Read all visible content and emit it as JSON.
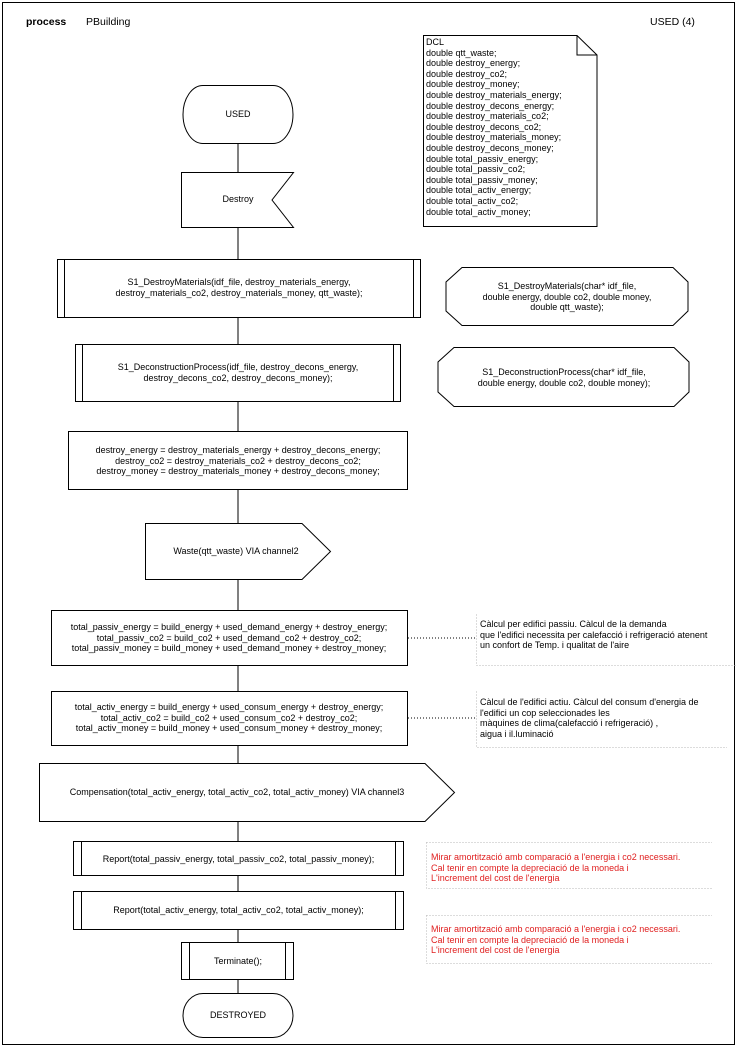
{
  "header": {
    "keyword": "process",
    "name": "PBuilding",
    "page": "USED (4)"
  },
  "dcl": {
    "lines": [
      "DCL",
      "double qtt_waste;",
      "double destroy_energy;",
      "double destroy_co2;",
      "double destroy_money;",
      "double destroy_materials_energy;",
      "double destroy_decons_energy;",
      "double destroy_materials_co2;",
      "double destroy_decons_co2;",
      "double destroy_materials_money;",
      "double destroy_decons_money;",
      "double total_passiv_energy;",
      "double total_passiv_co2;",
      "double total_passiv_money;",
      "double total_activ_energy;",
      "double total_activ_co2;",
      "double total_activ_money;"
    ]
  },
  "flow": {
    "state_used": "USED",
    "input_destroy": "Destroy",
    "call_materials": {
      "l1": "S1_DestroyMaterials(idf_file, destroy_materials_energy,",
      "l2": "destroy_materials_co2, destroy_materials_money, qtt_waste);"
    },
    "call_decons": {
      "l1": "S1_DeconstructionProcess(idf_file, destroy_decons_energy,",
      "l2": "destroy_decons_co2, destroy_decons_money);"
    },
    "task_destroy": {
      "l1": "destroy_energy = destroy_materials_energy + destroy_decons_energy;",
      "l2": "destroy_co2 = destroy_materials_co2 + destroy_decons_co2;",
      "l3": "destroy_money = destroy_materials_money + destroy_decons_money;"
    },
    "output_waste": "Waste(qtt_waste) VIA channel2",
    "task_passiv": {
      "l1": "total_passiv_energy = build_energy + used_demand_energy + destroy_energy;",
      "l2": "total_passiv_co2 = build_co2 + used_demand_co2 + destroy_co2;",
      "l3": "total_passiv_money =  build_money + used_demand_money + destroy_money;"
    },
    "task_activ": {
      "l1": "total_activ_energy = build_energy + used_consum_energy + destroy_energy;",
      "l2": "total_activ_co2 =  build_co2 + used_consum_co2 + destroy_co2;",
      "l3": "total_activ_money = build_money + used_consum_money + destroy_money;"
    },
    "output_compensation": "Compensation(total_activ_energy, total_activ_co2, total_activ_money) VIA channel3",
    "call_report_passiv": "Report(total_passiv_energy, total_passiv_co2, total_passiv_money);",
    "call_report_activ": "Report(total_activ_energy, total_activ_co2, total_activ_money);",
    "call_terminate": "Terminate();",
    "state_destroyed": "DESTROYED"
  },
  "procedures": {
    "materials": {
      "l1": "S1_DestroyMaterials(char* idf_file,",
      "l2": "double energy, double co2, double money,",
      "l3": "double qtt_waste);"
    },
    "decons": {
      "l1": "S1_DeconstructionProcess(char* idf_file,",
      "l2": "double energy, double co2, double money);"
    }
  },
  "comments": {
    "passiv": {
      "l1": "Càlcul per edifici passiu. Càlcul de la demanda",
      "l2": "que l'edifici necessita per calefacció i refrigeració atenent",
      "l3": "un confort de Temp.  i qualitat de l'aire"
    },
    "activ": {
      "l1": "Càlcul de l'edifici actiu. Càlcul del consum d'energia de",
      "l2": "l'edifici un cop seleccionades les",
      "l3": "màquines de clima(calefacció i refrigeració) ,",
      "l4": "aigua i il.luminació"
    },
    "report1": {
      "l1": "Mirar amortització amb comparació a l'energia i co2 necessari.",
      "l2": "Cal tenir en compte la depreciació de la moneda i",
      "l3": "L'increment del cost de l'energia"
    },
    "report2": {
      "l1": "Mirar amortització amb comparació a l'energia i co2 necessari.",
      "l2": "Cal tenir en compte la depreciació de la moneda i",
      "l3": "L'increment del cost de l'energia"
    }
  },
  "colors": {
    "comment_red": "#e02020",
    "line": "#000000"
  }
}
